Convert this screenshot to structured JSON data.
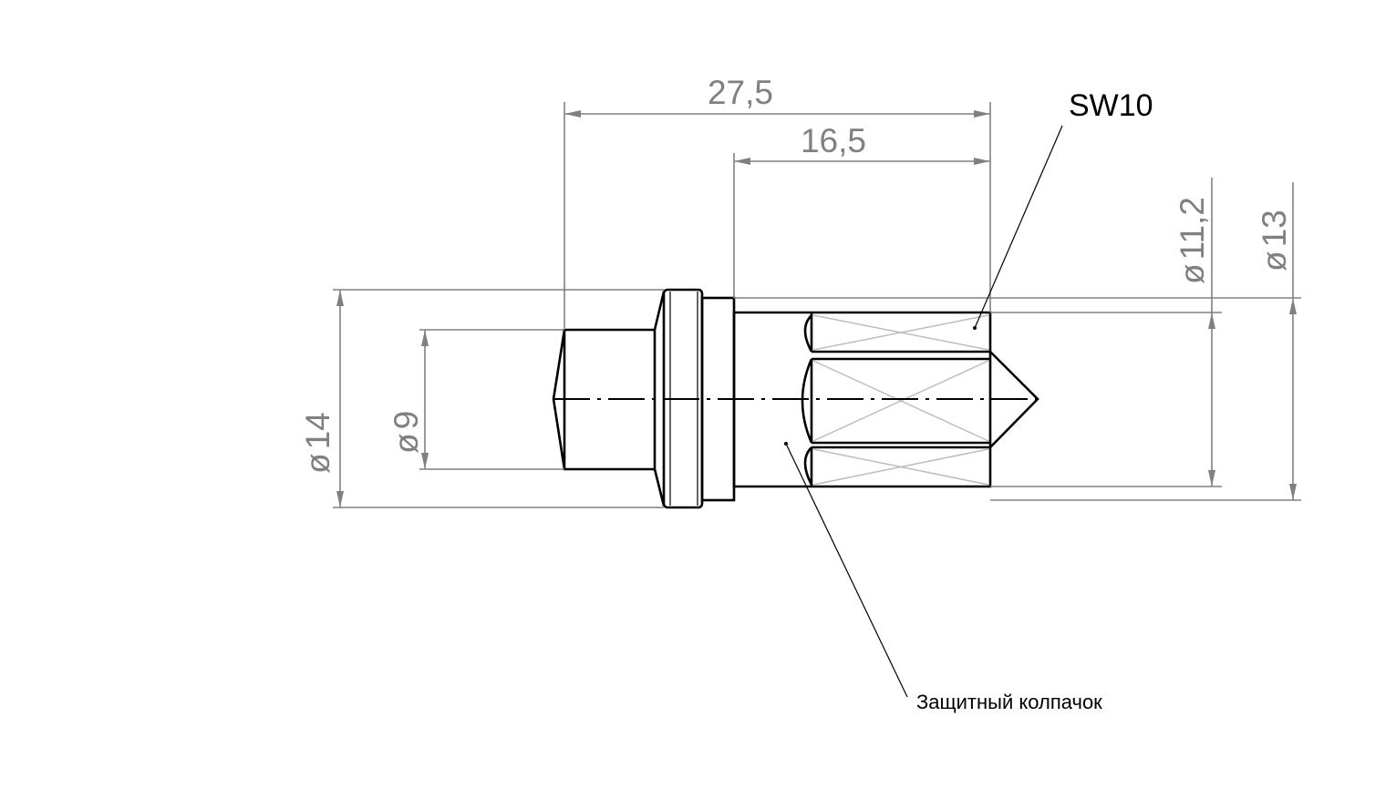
{
  "drawing": {
    "dimensions": {
      "overall_length": "27,5",
      "hex_length": "16,5",
      "dia_14": "14",
      "dia_9": "9",
      "dia_11_2": "11,2",
      "dia_13": "13"
    },
    "diameter_symbol": "ø",
    "labels": {
      "wrench_size": "SW10",
      "protective_cap": "Защитный колпачок"
    },
    "colors": {
      "dimension": "#808080",
      "outline": "#000000",
      "hatch": "#bdbdbd"
    }
  }
}
